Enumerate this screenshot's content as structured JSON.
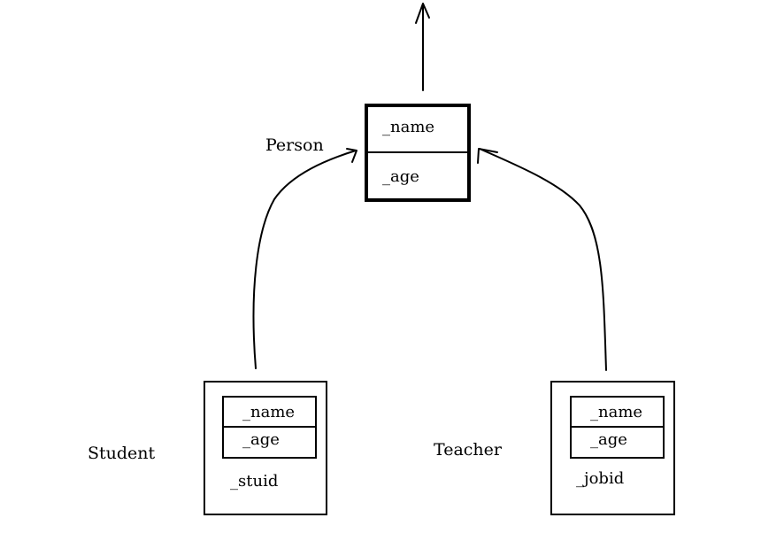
{
  "person": {
    "label": "Person",
    "fields": [
      "_name",
      "_age"
    ]
  },
  "student": {
    "label": "Student",
    "inherited_fields": [
      "_name",
      "_age"
    ],
    "own_field": "_stuid"
  },
  "teacher": {
    "label": "Teacher",
    "inherited_fields": [
      "_name",
      "_age"
    ],
    "own_field": "_jobid"
  }
}
